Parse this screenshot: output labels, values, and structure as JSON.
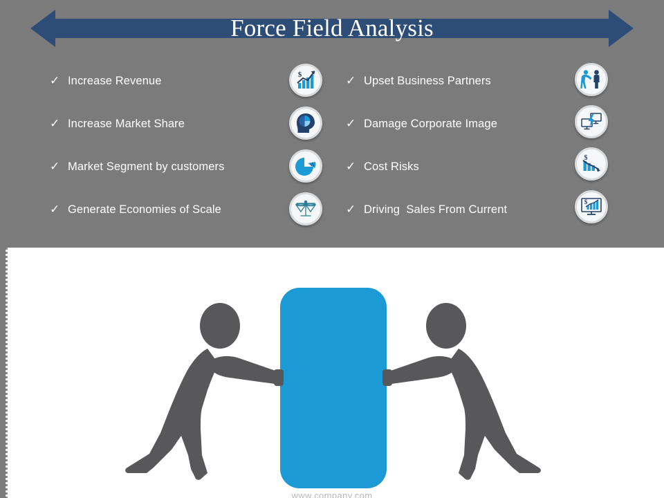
{
  "slide": {
    "title": "Force Field Analysis",
    "background_color": "#7b7b7b",
    "banner_color": "#2d4d77",
    "accent_color": "#1b9ad6",
    "figure_color": "#58585a",
    "panel_color": "#ffffff",
    "check_glyph": "✓"
  },
  "driving_forces": {
    "items": [
      {
        "label": "Increase Revenue",
        "icon": "bar-chart-growth-dollar-icon"
      },
      {
        "label": "Increase Market Share",
        "icon": "head-pie-chart-icon"
      },
      {
        "label": "Market Segment by customers",
        "icon": "pie-chart-segment-icon"
      },
      {
        "label": "Generate Economies of Scale",
        "icon": "balance-scales-icon"
      }
    ]
  },
  "restraining_forces": {
    "items": [
      {
        "label": "Upset Business Partners",
        "icon": "two-people-icon"
      },
      {
        "label": "Damage Corporate Image",
        "icon": "monitors-lightning-icon"
      },
      {
        "label": "Cost Risks",
        "icon": "bar-chart-decline-dollar-icon"
      },
      {
        "label": "Driving  Sales From Current",
        "icon": "monitor-growth-chart-icon"
      }
    ]
  },
  "illustration": {
    "left_figure": "person-pushing-left-icon",
    "right_figure": "person-pushing-right-icon",
    "center_block": "blue-rounded-block",
    "watermark": "www.company.com"
  }
}
